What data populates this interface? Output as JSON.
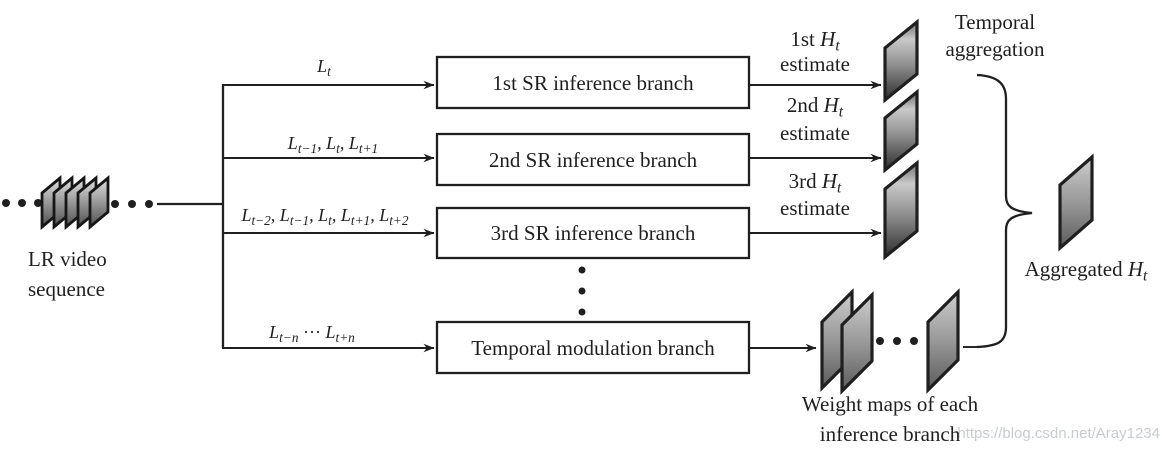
{
  "palette": {
    "ink": "#1f1f1f",
    "watermark_color": "#c9cccf",
    "grad_stack": [
      "#6e6e6e",
      "#c9c9c9",
      "#8f8f8f",
      "#2d2d2d"
    ],
    "grad_map": [
      "#cdcdcd",
      "#989898",
      "#5c5c5c"
    ],
    "grad_frame": [
      "#e0e0e0",
      "#9e9e9e",
      "#4f4f4f"
    ]
  },
  "source": {
    "lines": [
      "LR video",
      "sequence"
    ]
  },
  "branches": [
    {
      "label": "1st SR inference branch",
      "input": [
        {
          "t": "L",
          "i": 1
        },
        {
          "t": "t",
          "i": 1,
          "s": 1
        }
      ]
    },
    {
      "label": "2nd SR inference branch",
      "input": [
        {
          "t": "L",
          "i": 1
        },
        {
          "t": "t−1",
          "i": 1,
          "s": 1
        },
        {
          "t": ", ",
          "i": 1
        },
        {
          "t": "L",
          "i": 1
        },
        {
          "t": "t",
          "i": 1,
          "s": 1
        },
        {
          "t": ", ",
          "i": 1
        },
        {
          "t": "L",
          "i": 1
        },
        {
          "t": "t+1",
          "i": 1,
          "s": 1
        }
      ]
    },
    {
      "label": "3rd SR inference branch",
      "input": [
        {
          "t": "L",
          "i": 1
        },
        {
          "t": "t−2",
          "i": 1,
          "s": 1
        },
        {
          "t": ", ",
          "i": 1
        },
        {
          "t": "L",
          "i": 1
        },
        {
          "t": "t−1",
          "i": 1,
          "s": 1
        },
        {
          "t": ", ",
          "i": 1
        },
        {
          "t": "L",
          "i": 1
        },
        {
          "t": "t",
          "i": 1,
          "s": 1
        },
        {
          "t": ", ",
          "i": 1
        },
        {
          "t": "L",
          "i": 1
        },
        {
          "t": "t+1",
          "i": 1,
          "s": 1
        },
        {
          "t": ", ",
          "i": 1
        },
        {
          "t": "L",
          "i": 1
        },
        {
          "t": "t+2",
          "i": 1,
          "s": 1
        }
      ]
    },
    {
      "label": "Temporal modulation branch",
      "input": [
        {
          "t": "L",
          "i": 1
        },
        {
          "t": "t−n",
          "i": 1,
          "s": 1
        },
        {
          "t": " ··· "
        },
        {
          "t": "L",
          "i": 1
        },
        {
          "t": "t+n",
          "i": 1,
          "s": 1
        }
      ]
    }
  ],
  "estimates": [
    {
      "title": [
        {
          "t": "1st "
        },
        {
          "t": "H",
          "i": 1
        },
        {
          "t": "t",
          "i": 1,
          "s": 1
        }
      ],
      "subtitle": "estimate"
    },
    {
      "title": [
        {
          "t": "2nd "
        },
        {
          "t": "H",
          "i": 1
        },
        {
          "t": "t",
          "i": 1,
          "s": 1
        }
      ],
      "subtitle": "estimate"
    },
    {
      "title": [
        {
          "t": "3rd "
        },
        {
          "t": "H",
          "i": 1
        },
        {
          "t": "t",
          "i": 1,
          "s": 1
        }
      ],
      "subtitle": "estimate"
    }
  ],
  "aggregation": {
    "title_lines": [
      "Temporal",
      "aggregation"
    ],
    "output": [
      {
        "t": "Aggregated "
      },
      {
        "t": "H",
        "i": 1
      },
      {
        "t": "t",
        "i": 1,
        "s": 1
      }
    ]
  },
  "weight_maps": {
    "lines": [
      "Weight maps of each",
      "inference branch"
    ]
  },
  "watermark": "https://blog.csdn.net/Aray1234"
}
